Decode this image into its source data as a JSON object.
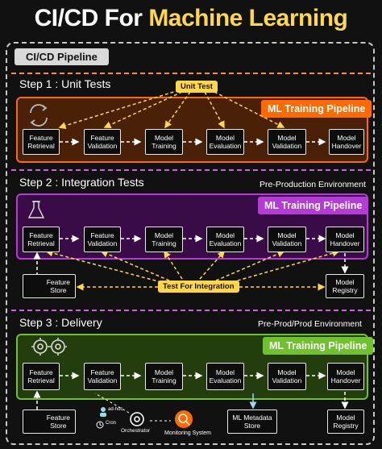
{
  "title_part1": "CI/CD For ",
  "title_part2": "Machine Learning",
  "pipeline_label": "CI/CD Pipeline",
  "steps": [
    {
      "title": "Step 1 : Unit Tests",
      "banner": "ML Training Pipeline",
      "env": ""
    },
    {
      "title": "Step 2 : Integration Tests",
      "banner": "ML Training Pipeline",
      "env": "Pre-Production Environment"
    },
    {
      "title": "Step 3 : Delivery",
      "banner": "ML Training Pipeline",
      "env": "Pre-Prod/Prod Environment"
    }
  ],
  "stages": [
    {
      "line1": "Feature",
      "line2": "Retrieval"
    },
    {
      "line1": "Feature",
      "line2": "Validation"
    },
    {
      "line1": "Model",
      "line2": "Training"
    },
    {
      "line1": "Model",
      "line2": "Evaluation"
    },
    {
      "line1": "Model",
      "line2": "Validation"
    },
    {
      "line1": "Model",
      "line2": "Handover"
    }
  ],
  "unit_test_label": "Unit Test",
  "integration_label": "Test For Integration",
  "feature_store": {
    "line1": "Feature",
    "line2": "Store"
  },
  "model_registry": {
    "line1": "Model",
    "line2": "Registry"
  },
  "ml_metadata_store": {
    "line1": "ML Metadata",
    "line2": "Store"
  },
  "orchestrator_label": "Orchestrator",
  "ad_hoc_label": "ad-hoc",
  "cron_label": "Cron",
  "monitoring_label": "Monitoring System",
  "colors": {
    "orange": "#ff6a00",
    "purple": "#b43bd6",
    "green": "#6fc12e",
    "yellow": "#ffd84a"
  }
}
